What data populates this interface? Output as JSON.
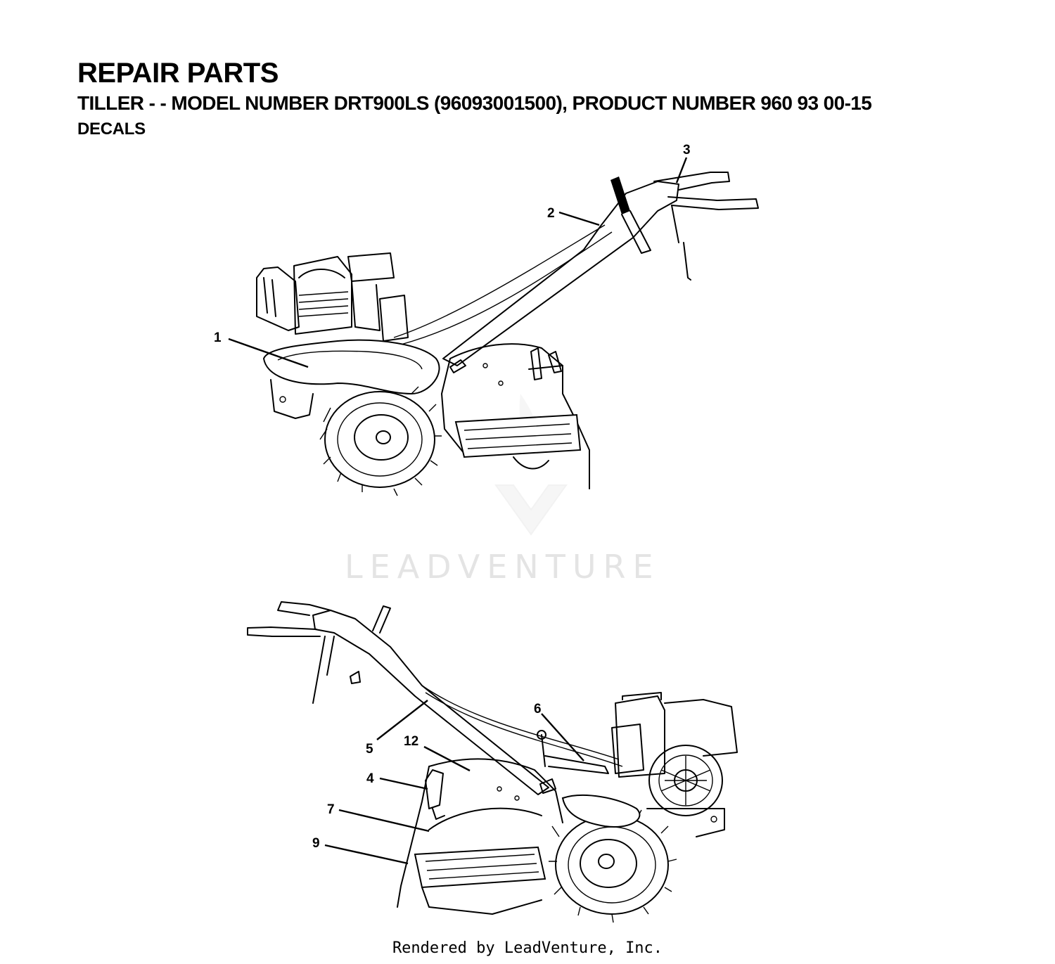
{
  "header": {
    "title": "REPAIR PARTS",
    "subtitle": "TILLER - - MODEL NUMBER DRT900LS (96093001500), PRODUCT NUMBER 960 93 00-15",
    "section": "DECALS"
  },
  "callouts": {
    "c1": "1",
    "c2": "2",
    "c3": "3",
    "c4": "4",
    "c5": "5",
    "c6": "6",
    "c7": "7",
    "c9": "9",
    "c12": "12"
  },
  "watermark": "LEADVENTURE",
  "footer": "Rendered by LeadVenture, Inc."
}
